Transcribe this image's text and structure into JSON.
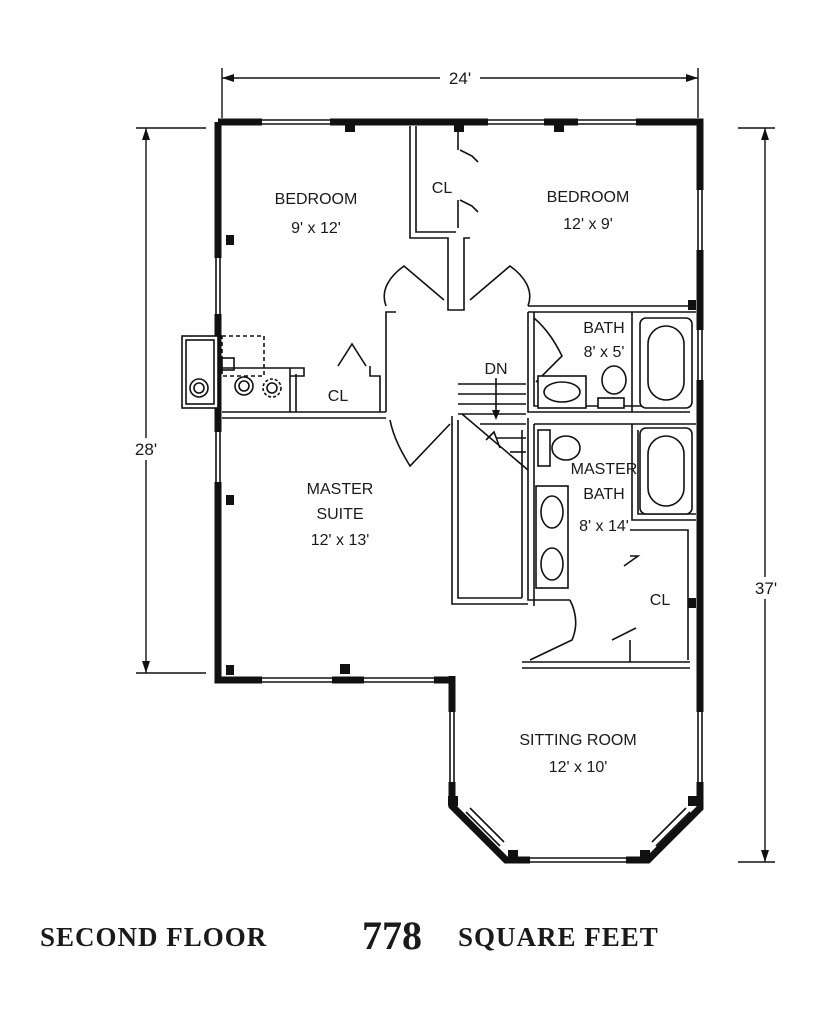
{
  "dimensions": {
    "top_width": "24'",
    "left_depth": "28'",
    "right_depth": "37'"
  },
  "rooms": {
    "bedroom_left": {
      "name": "BEDROOM",
      "size": "9' x 12'"
    },
    "bedroom_right": {
      "name": "BEDROOM",
      "size": "12' x 9'"
    },
    "closet_top": {
      "name": "CL"
    },
    "closet_left": {
      "name": "CL"
    },
    "closet_right": {
      "name": "CL"
    },
    "bath": {
      "name": "BATH",
      "size": "8' x 5'"
    },
    "stairs": {
      "name": "DN"
    },
    "master_suite": {
      "line1": "MASTER",
      "line2": "SUITE",
      "size": "12' x 13'"
    },
    "master_bath": {
      "line1": "MASTER",
      "line2": "BATH",
      "size": "8' x 14'"
    },
    "sitting_room": {
      "name": "SITTING ROOM",
      "size": "12' x 10'"
    }
  },
  "caption": {
    "label": "SECOND FLOOR",
    "area": "778",
    "unit": "SQUARE FEET"
  }
}
